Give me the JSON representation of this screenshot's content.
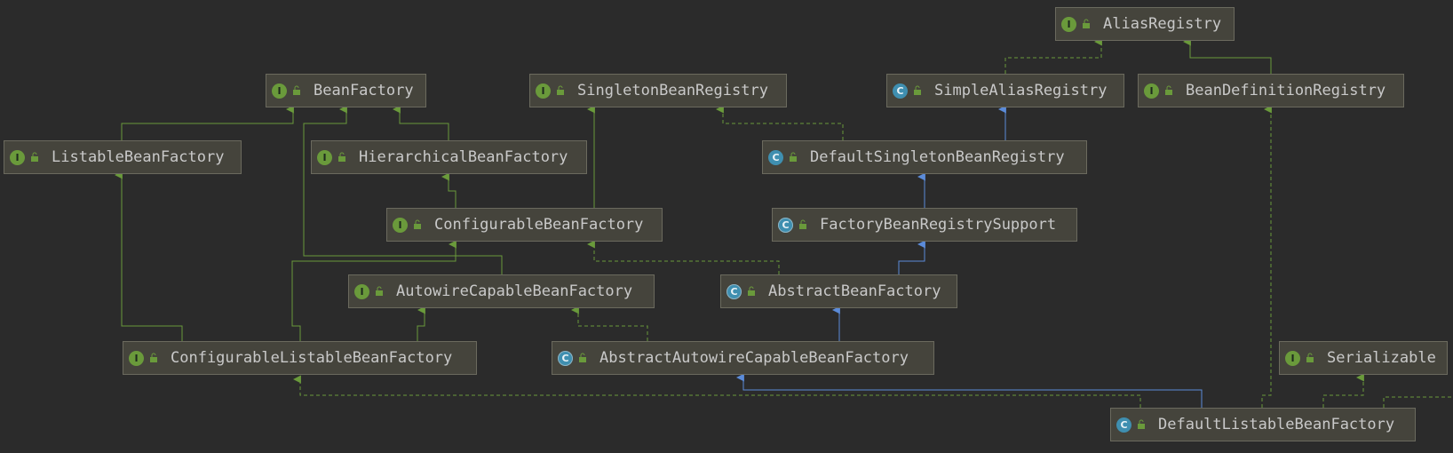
{
  "colors": {
    "background": "#2b2b2b",
    "node_fill": "#45443c",
    "node_border": "#6b6a5e",
    "text": "#c9c9c9",
    "interface_badge": "#6a9a3b",
    "class_badge": "#3f8fb0",
    "extends_edge": "#5b8bd9",
    "implements_edge": "#6a9a3b"
  },
  "nodes": {
    "alias_registry": {
      "label": "AliasRegistry",
      "kind": "interface",
      "icon": "interface-icon",
      "badge": "I"
    },
    "bean_factory": {
      "label": "BeanFactory",
      "kind": "interface",
      "icon": "interface-icon",
      "badge": "I"
    },
    "singleton_bean_registry": {
      "label": "SingletonBeanRegistry",
      "kind": "interface",
      "icon": "interface-icon",
      "badge": "I"
    },
    "simple_alias_registry": {
      "label": "SimpleAliasRegistry",
      "kind": "class",
      "icon": "class-icon",
      "badge": "C"
    },
    "bean_definition_registry": {
      "label": "BeanDefinitionRegistry",
      "kind": "interface",
      "icon": "interface-icon",
      "badge": "I"
    },
    "listable_bean_factory": {
      "label": "ListableBeanFactory",
      "kind": "interface",
      "icon": "interface-icon",
      "badge": "I"
    },
    "hierarchical_bean_factory": {
      "label": "HierarchicalBeanFactory",
      "kind": "interface",
      "icon": "interface-icon",
      "badge": "I"
    },
    "default_singleton_bean_registry": {
      "label": "DefaultSingletonBeanRegistry",
      "kind": "class",
      "icon": "class-icon",
      "badge": "C"
    },
    "configurable_bean_factory": {
      "label": "ConfigurableBeanFactory",
      "kind": "interface",
      "icon": "interface-icon",
      "badge": "I"
    },
    "factory_bean_registry_support": {
      "label": "FactoryBeanRegistrySupport",
      "kind": "abstract",
      "icon": "abstract-class-icon",
      "badge": "C"
    },
    "autowire_capable_bean_factory": {
      "label": "AutowireCapableBeanFactory",
      "kind": "interface",
      "icon": "interface-icon",
      "badge": "I"
    },
    "abstract_bean_factory": {
      "label": "AbstractBeanFactory",
      "kind": "abstract",
      "icon": "abstract-class-icon",
      "badge": "C"
    },
    "configurable_listable_bean_factory": {
      "label": "ConfigurableListableBeanFactory",
      "kind": "interface",
      "icon": "interface-icon",
      "badge": "I"
    },
    "abstract_autowire_capable_bean_factory": {
      "label": "AbstractAutowireCapableBeanFactory",
      "kind": "abstract",
      "icon": "abstract-class-icon",
      "badge": "C"
    },
    "serializable": {
      "label": "Serializable",
      "kind": "interface",
      "icon": "interface-icon",
      "badge": "I"
    },
    "default_listable_bean_factory": {
      "label": "DefaultListableBeanFactory",
      "kind": "class",
      "icon": "class-icon",
      "badge": "C"
    }
  }
}
